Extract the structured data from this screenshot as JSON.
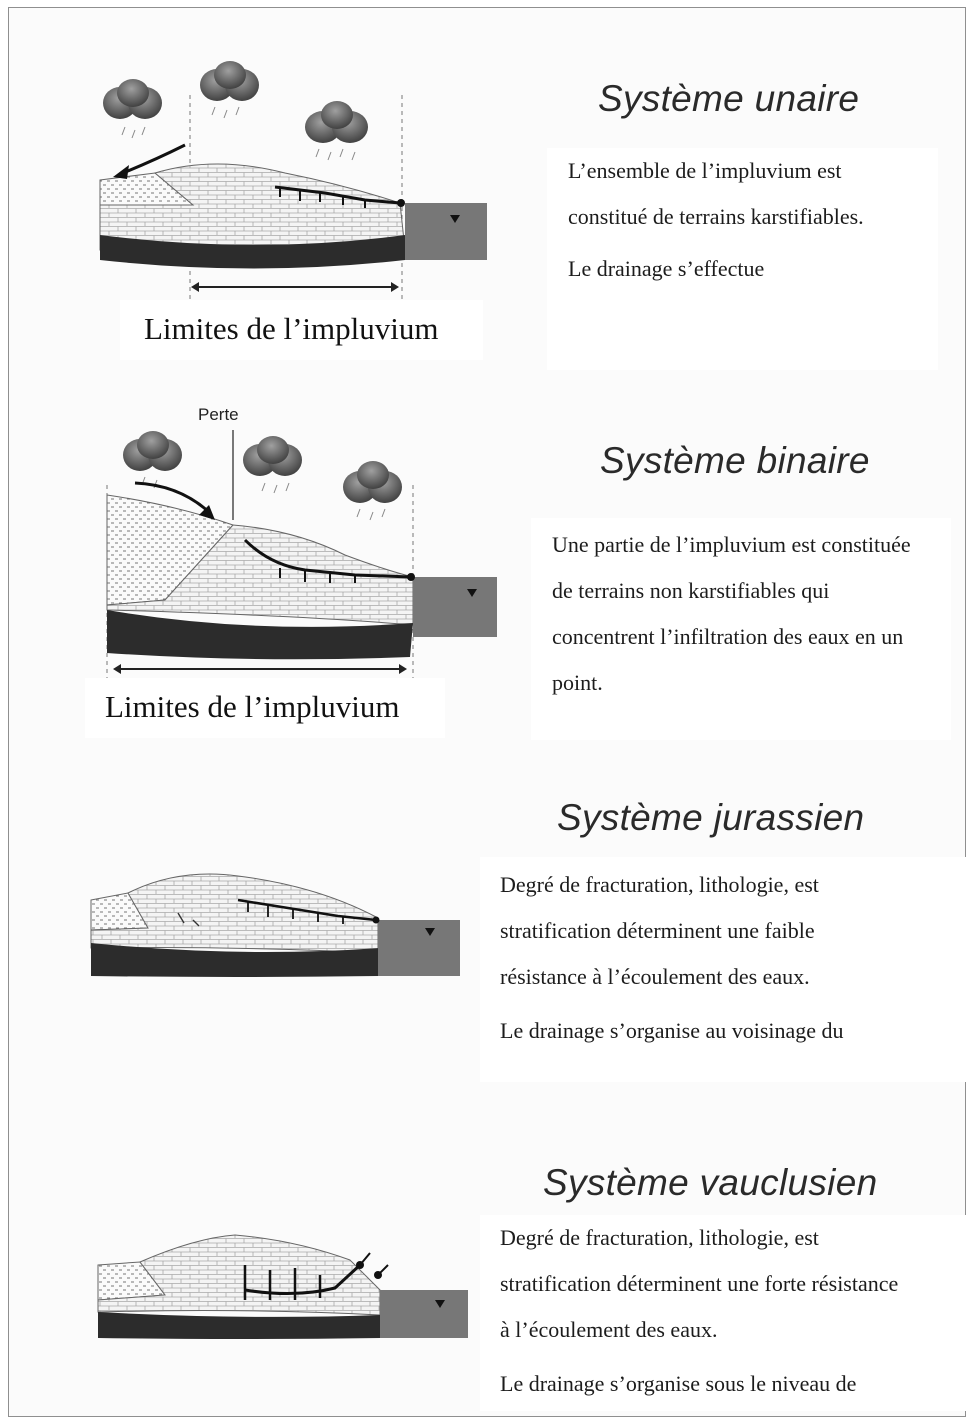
{
  "sections": [
    {
      "title": "Système unaire",
      "paragraphs": [
        "L’ensemble de l’impluvium est constitué de terrains karstifiables.",
        "Le drainage s’effectue"
      ],
      "limits_label": "Limites de l’impluvium"
    },
    {
      "title": "Système binaire",
      "paragraphs": [
        "Une partie de l’impluvium est constituée de terrains non karstifiables qui concentrent l’infiltration des eaux en un point."
      ],
      "limits_label": "Limites de l’impluvium",
      "loss_label": "Perte"
    },
    {
      "title": "Système jurassien",
      "paragraphs": [
        "Degré de fracturation, lithologie, est stratification déterminent une faible résistance à l’écoulement des eaux.",
        "Le drainage s’organise au voisinage du"
      ]
    },
    {
      "title": "Système vauclusien",
      "paragraphs": [
        "Degré de fracturation, lithologie, est stratification déterminent une forte résistance à l’écoulement des eaux.",
        "Le drainage s’organise sous le niveau de"
      ]
    }
  ]
}
